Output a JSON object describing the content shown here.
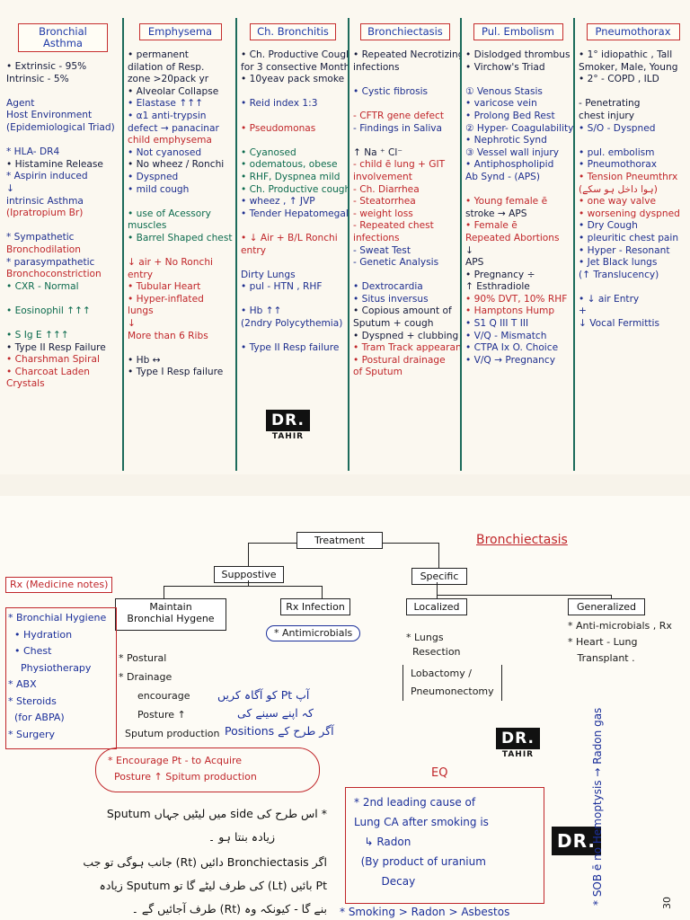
{
  "top_table": {
    "columns": [
      {
        "key": "asthma",
        "header": "Bronchial Asthma",
        "items": [
          {
            "t": "• Extrinsic - 95%",
            "c": "k"
          },
          {
            "t": "  Intrinsic - 5%",
            "c": "k"
          },
          {
            "t": "",
            "c": "k"
          },
          {
            "t": "       Agent",
            "c": "b"
          },
          {
            "t": "Host   Environment",
            "c": "b"
          },
          {
            "t": " (Epidemiological Triad)",
            "c": "b"
          },
          {
            "t": "",
            "c": "k"
          },
          {
            "t": "* HLA- DR4",
            "c": "b"
          },
          {
            "t": "• Histamine Release",
            "c": "k"
          },
          {
            "t": "* Aspirin induced",
            "c": "b"
          },
          {
            "t": "      ↓",
            "c": "b"
          },
          {
            "t": " intrinsic Asthma",
            "c": "b"
          },
          {
            "t": "(Ipratropium Br)",
            "c": "r"
          },
          {
            "t": "",
            "c": "k"
          },
          {
            "t": "* Sympathetic",
            "c": "b"
          },
          {
            "t": "  Bronchodilation",
            "c": "r"
          },
          {
            "t": "* parasympathetic",
            "c": "b"
          },
          {
            "t": " Bronchoconstriction",
            "c": "r"
          },
          {
            "t": "• CXR - Normal",
            "c": "g"
          },
          {
            "t": "",
            "c": "k"
          },
          {
            "t": "• Eosinophil ↑↑↑",
            "c": "g"
          },
          {
            "t": "",
            "c": "k"
          },
          {
            "t": "• S Ig E  ↑↑↑",
            "c": "g"
          },
          {
            "t": "• Type II Resp Failure",
            "c": "k"
          },
          {
            "t": "• Charshman Spiral",
            "c": "r"
          },
          {
            "t": "• Charcoat Laden",
            "c": "r"
          },
          {
            "t": "      Crystals",
            "c": "r"
          }
        ]
      },
      {
        "key": "emphysema",
        "header": "Emphysema",
        "items": [
          {
            "t": "• permanent",
            "c": "k"
          },
          {
            "t": " dilation of Resp.",
            "c": "k"
          },
          {
            "t": " zone >20pack yr",
            "c": "k"
          },
          {
            "t": " • Alveolar Collapse",
            "c": "k"
          },
          {
            "t": "• Elastase ↑↑↑",
            "c": "b"
          },
          {
            "t": "• α1 anti-trypsin",
            "c": "b"
          },
          {
            "t": " defect → panacinar",
            "c": "b"
          },
          {
            "t": " child emphysema",
            "c": "r"
          },
          {
            "t": "• Not cyanosed",
            "c": "b"
          },
          {
            "t": "• No wheez / Ronchi",
            "c": "k"
          },
          {
            "t": "• Dyspned",
            "c": "b"
          },
          {
            "t": "• mild cough",
            "c": "b"
          },
          {
            "t": "",
            "c": "k"
          },
          {
            "t": "• use of Acessory",
            "c": "g"
          },
          {
            "t": "        muscles",
            "c": "g"
          },
          {
            "t": "• Barrel Shaped chest",
            "c": "g"
          },
          {
            "t": "",
            "c": "k"
          },
          {
            "t": " ↓ air      + No Ronchi",
            "c": "r"
          },
          {
            "t": "  entry",
            "c": "r"
          },
          {
            "t": "• Tubular Heart",
            "c": "r"
          },
          {
            "t": "• Hyper-inflated",
            "c": "r"
          },
          {
            "t": "           lungs",
            "c": "r"
          },
          {
            "t": "          ↓",
            "c": "r"
          },
          {
            "t": " More than 6 Ribs",
            "c": "r"
          },
          {
            "t": "",
            "c": "k"
          },
          {
            "t": "• Hb ↔",
            "c": "k"
          },
          {
            "t": "• Type I Resp failure",
            "c": "k"
          }
        ]
      },
      {
        "key": "bronchitis",
        "header": "Ch. Bronchitis",
        "items": [
          {
            "t": "• Ch. Productive Cough",
            "c": "k"
          },
          {
            "t": " for 3 consective Months",
            "c": "k"
          },
          {
            "t": "• 10yeav pack smoke",
            "c": "k"
          },
          {
            "t": "",
            "c": "k"
          },
          {
            "t": "• Reid index 1:3",
            "c": "b"
          },
          {
            "t": "",
            "c": "k"
          },
          {
            "t": "• Pseudomonas",
            "c": "r"
          },
          {
            "t": "",
            "c": "k"
          },
          {
            "t": "• Cyanosed",
            "c": "g"
          },
          {
            "t": "• odematous, obese",
            "c": "g"
          },
          {
            "t": "• RHF, Dyspnea mild",
            "c": "g"
          },
          {
            "t": "• Ch. Productive cough",
            "c": "g"
          },
          {
            "t": "• wheez , ↑ JVP",
            "c": "b"
          },
          {
            "t": "• Tender Hepatomegaly",
            "c": "b"
          },
          {
            "t": "",
            "c": "k"
          },
          {
            "t": "• ↓ Air + B/L Ronchi",
            "c": "r"
          },
          {
            "t": "  entry",
            "c": "r"
          },
          {
            "t": "",
            "c": "k"
          },
          {
            "t": "  Dirty Lungs",
            "c": "b"
          },
          {
            "t": "• pul - HTN , RHF",
            "c": "b"
          },
          {
            "t": "",
            "c": "k"
          },
          {
            "t": "• Hb ↑↑",
            "c": "b"
          },
          {
            "t": " (2ndry Polycythemia)",
            "c": "b"
          },
          {
            "t": "",
            "c": "k"
          },
          {
            "t": "• Type II Resp failure",
            "c": "b"
          }
        ]
      },
      {
        "key": "bronchiectasis",
        "header": "Bronchiectasis",
        "items": [
          {
            "t": "• Repeated Necrotizing",
            "c": "k"
          },
          {
            "t": "        infections",
            "c": "k"
          },
          {
            "t": "",
            "c": "k"
          },
          {
            "t": "• Cystic fibrosis",
            "c": "b"
          },
          {
            "t": "",
            "c": "k"
          },
          {
            "t": "  - CFTR gene defect",
            "c": "r"
          },
          {
            "t": "  - Findings in Saliva",
            "c": "b"
          },
          {
            "t": "",
            "c": "k"
          },
          {
            "t": "      ↑ Na ⁺  Cl⁻",
            "c": "k"
          },
          {
            "t": "  - child ē lung + GIT",
            "c": "r"
          },
          {
            "t": "        involvement",
            "c": "r"
          },
          {
            "t": "  - Ch. Diarrhea",
            "c": "r"
          },
          {
            "t": "  - Steatorrhea",
            "c": "r"
          },
          {
            "t": "  - weight loss",
            "c": "r"
          },
          {
            "t": "  - Repeated chest",
            "c": "r"
          },
          {
            "t": "        infections",
            "c": "r"
          },
          {
            "t": "  - Sweat Test",
            "c": "b"
          },
          {
            "t": "  - Genetic Analysis",
            "c": "b"
          },
          {
            "t": "",
            "c": "k"
          },
          {
            "t": " • Dextrocardia",
            "c": "b"
          },
          {
            "t": " • Situs inversus",
            "c": "b"
          },
          {
            "t": " • Copious amount of",
            "c": "k"
          },
          {
            "t": "  Sputum + cough",
            "c": "k"
          },
          {
            "t": " • Dyspned + clubbing",
            "c": "k"
          },
          {
            "t": " • Tram Track appearance",
            "c": "r"
          },
          {
            "t": " • Postural drainage",
            "c": "r"
          },
          {
            "t": "   of Sputum",
            "c": "r"
          }
        ]
      },
      {
        "key": "embolism",
        "header": "Pul. Embolism",
        "items": [
          {
            "t": "• Dislodged thrombus",
            "c": "k"
          },
          {
            "t": "• Virchow's Triad",
            "c": "k"
          },
          {
            "t": "",
            "c": "k"
          },
          {
            "t": "① Venous Stasis",
            "c": "b"
          },
          {
            "t": "  • varicose vein",
            "c": "b"
          },
          {
            "t": "  • Prolong Bed Rest",
            "c": "b"
          },
          {
            "t": "② Hyper- Coagulability",
            "c": "b"
          },
          {
            "t": "  • Nephrotic Synd",
            "c": "b"
          },
          {
            "t": "③ Vessel wall injury",
            "c": "b"
          },
          {
            "t": "  • Antiphospholipid",
            "c": "b"
          },
          {
            "t": " Ab Synd - (APS)",
            "c": "b"
          },
          {
            "t": "",
            "c": "k"
          },
          {
            "t": " • Young female ē",
            "c": "r"
          },
          {
            "t": "   stroke → APS",
            "c": "k"
          },
          {
            "t": " •      Female ē",
            "c": "r"
          },
          {
            "t": " Repeated Abortions",
            "c": "r"
          },
          {
            "t": "           ↓",
            "c": "k"
          },
          {
            "t": "          APS",
            "c": "k"
          },
          {
            "t": " • Pregnancy ÷",
            "c": "k"
          },
          {
            "t": "         ↑ Esthradiole",
            "c": "k"
          },
          {
            "t": " • 90% DVT, 10% RHF",
            "c": "r"
          },
          {
            "t": " • Hamptons Hump",
            "c": "r"
          },
          {
            "t": " • S1 Q III T III",
            "c": "b"
          },
          {
            "t": " • V/Q - Mismatch",
            "c": "b"
          },
          {
            "t": " • CTPA     Ix O. Choice",
            "c": "b"
          },
          {
            "t": " • V/Q → Pregnancy",
            "c": "b"
          }
        ]
      },
      {
        "key": "pneumothorax",
        "header": "Pneumothorax",
        "items": [
          {
            "t": "• 1° idiopathic , Tall",
            "c": "k"
          },
          {
            "t": " Smoker, Male, Young",
            "c": "k"
          },
          {
            "t": "• 2° - COPD , ILD",
            "c": "k"
          },
          {
            "t": "",
            "c": "k"
          },
          {
            "t": "  - Penetrating",
            "c": "k"
          },
          {
            "t": " chest injury",
            "c": "k"
          },
          {
            "t": "• S/O - Dyspned",
            "c": "b"
          },
          {
            "t": "",
            "c": "k"
          },
          {
            "t": "  • pul. embolism",
            "c": "b"
          },
          {
            "t": "  • Pneumothorax",
            "c": "b"
          },
          {
            "t": "• Tension Pneumthrx",
            "c": "r"
          },
          {
            "t": "   (ہوا داخل ہو سکے)",
            "c": "r"
          },
          {
            "t": "• one way valve",
            "c": "r"
          },
          {
            "t": "• worsening dyspned",
            "c": "r"
          },
          {
            "t": "• Dry Cough",
            "c": "b"
          },
          {
            "t": "• pleuritic chest pain",
            "c": "b"
          },
          {
            "t": "• Hyper - Resonant",
            "c": "b"
          },
          {
            "t": "• Jet Black lungs",
            "c": "b"
          },
          {
            "t": "  (↑ Translucency)",
            "c": "b"
          },
          {
            "t": "",
            "c": "k"
          },
          {
            "t": "• ↓ air Entry",
            "c": "b"
          },
          {
            "t": "        +",
            "c": "b"
          },
          {
            "t": " ↓ Vocal Fermittis",
            "c": "b"
          }
        ]
      }
    ],
    "logo_main": "DR.",
    "logo_sub": "TAHIR"
  },
  "bottom": {
    "title": "Bronchiectasis",
    "treatment": "Treatment",
    "suppostive": "Suppostive",
    "specific": "Specific",
    "maintain": "Maintain\nBronchial Hygene",
    "rx_infection": "Rx Infection",
    "localized": "Localized",
    "generalized": "Generalized",
    "antimicrobials": "* Antimicrobials",
    "rx_medicine_notes": "Rx (Medicine notes)",
    "rx_list": [
      "* Bronchial Hygiene",
      "  • Hydration",
      "  • Chest",
      "    Physiotherapy",
      "* ABX",
      "* Steroids",
      "  (for ABPA)",
      "* Surgery"
    ],
    "postural": [
      "* Postural",
      "* Drainage",
      "      encourage",
      "      Posture ↑",
      "  Sputum production"
    ],
    "urdu_note_1": "آپ Pt کو آگاہ کریں",
    "urdu_note_2": "کہ اپنے سینے کی",
    "urdu_note_3": "آگر طرح کے Positions",
    "lungs_resection": [
      "* Lungs",
      "  Resection"
    ],
    "lobectomy": [
      "Lobactomy /",
      "Pneumonectomy"
    ],
    "generalized_items": [
      "* Anti-microbials , Rx",
      "* Heart - Lung",
      "   Transplant ."
    ],
    "encourage_note": [
      "* Encourage Pt - to Acquire",
      "  Posture ↑ Spitum production"
    ],
    "urdu_line_a": "* اس طرح کی side میں لیٹیں جہاں Sputum",
    "urdu_line_b": "زیادہ بنتا ہو ۔",
    "urdu_line_c": "اگر Bronchiectasis دائیں (Rt) جانب ہوگی تو جب",
    "urdu_line_d": "Pt بائیں (Lt) کی طرف لیٹے گا تو Sputum زیادہ",
    "urdu_line_e": "بنے گا - کیونکہ وہ (Rt) طرف آجائیں گے ۔",
    "eq_label": "EQ",
    "eq_box": [
      "* 2nd leading cause of",
      "Lung CA after smoking is",
      "   ↳ Radon",
      "  (By product of uranium",
      "        Decay"
    ],
    "eq_last": "* Smoking > Radon > Asbestos",
    "side_note": "* SOB ē no Hemoptysis → Radon gas",
    "page_num": "30"
  }
}
